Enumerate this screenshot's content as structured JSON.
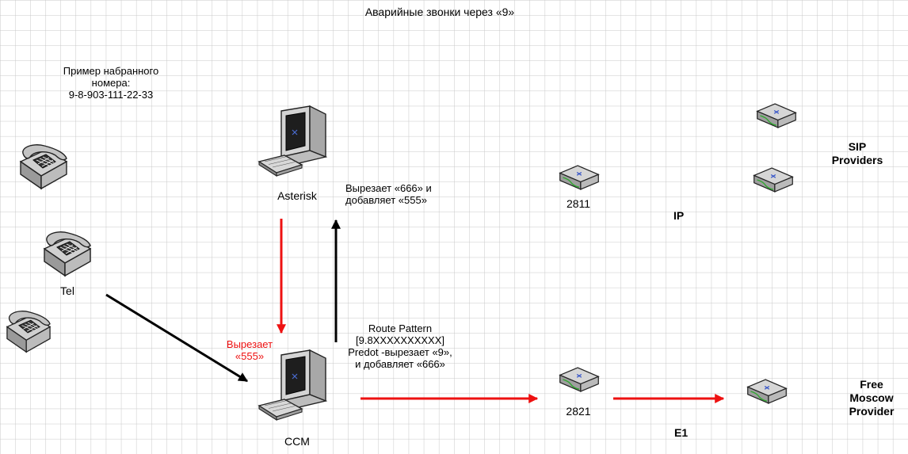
{
  "title": "Аварийные звонки через «9»",
  "example": {
    "line1": "Пример набранного",
    "line2": "номера:",
    "line3": "9-8-903-111-22-33"
  },
  "nodes": {
    "tel": "Tel",
    "asterisk": "Asterisk",
    "ccm": "CCM",
    "router_2811": "2811",
    "router_2821": "2821"
  },
  "annotations": {
    "asterisk_rule": {
      "line1": "Вырезает «666» и",
      "line2": "добавляет «555»"
    },
    "ccm_cut": {
      "line1": "Вырезает",
      "line2": "«555»"
    },
    "route_pattern": {
      "line1": "Route Pattern",
      "line2": "[9.8XXXXXXXXXX]",
      "line3": "Predot -вырезает «9»,",
      "line4": "и добавляет «666»"
    }
  },
  "zones": {
    "ip": "IP",
    "e1": "E1",
    "sip": {
      "line1": "SIP",
      "line2": "Providers"
    },
    "free": {
      "line1": "Free",
      "line2": "Moscow",
      "line3": "Provider"
    }
  },
  "colors": {
    "grid": "#c8c8c8",
    "arrow_black": "#000000",
    "arrow_red": "#ee1111",
    "red_text": "#ee1111",
    "icon_grey": "#b4b4b4",
    "screen_dark": "#1e1e1e"
  }
}
